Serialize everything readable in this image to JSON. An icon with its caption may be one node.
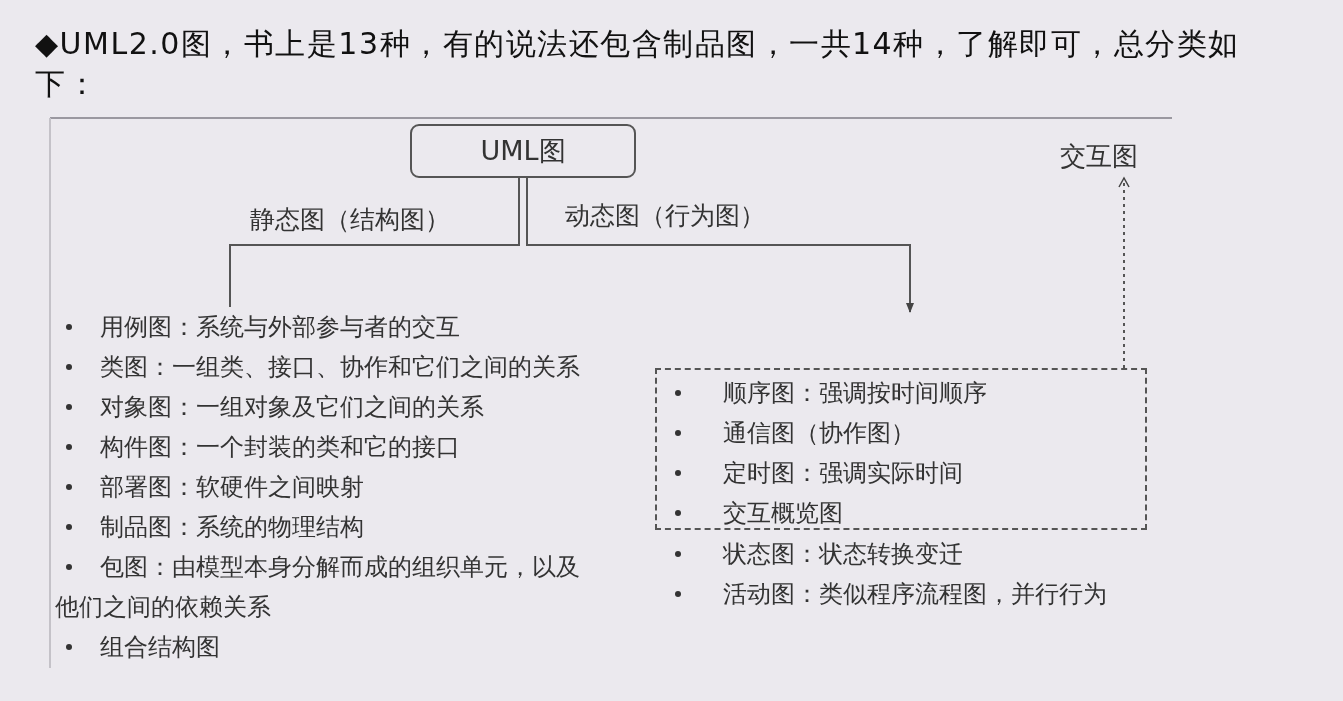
{
  "diagram": {
    "title": "◆UML2.0图，书上是13种，有的说法还包含制品图，一共14种，了解即可，总分类如下：",
    "nodes": [
      {
        "text": [
          "UML图"
        ]
      },
      {
        "text": [
          "用例图：系统与外部参与者的交互",
          "类图：一组类、接口、协作和它们之间的关系",
          "对象图：一组对象及它们之间的关系",
          "构件图：一个封装的类和它的接口",
          "部署图：软硬件之间映射",
          "制品图：系统的物理结构",
          "包图：由模型本身分解而成的组织单元，以及他们之间的依赖关系",
          "组合结构图"
        ]
      },
      {
        "text": [
          "状态图：状态转换变迁",
          "活动图：类似程序流程图，并行行为"
        ]
      },
      {
        "text": [
          "顺序图：强调按时间顺序",
          "通信图（协作图）",
          "定时图：强调实际时间",
          "交互概览图"
        ],
        "in": 2
      },
      {
        "text": [
          "交互图"
        ]
      }
    ],
    "edges": [
      {
        "from": 0,
        "to": 1,
        "arrow": "none",
        "label": "静态图（结构图）"
      },
      {
        "from": 0,
        "to": 2,
        "arrow": "to",
        "label": "动态图（行为图）"
      },
      {
        "from": 3,
        "to": 4,
        "arrow": "to",
        "style": "dashed"
      }
    ]
  }
}
